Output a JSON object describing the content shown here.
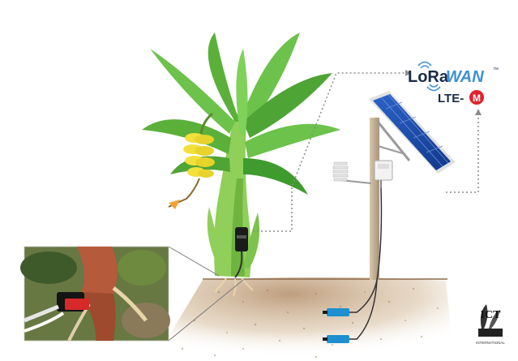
{
  "logos": {
    "lorawan_part1": "LoRa",
    "lorawan_part2": "WAN",
    "trademark": "™",
    "lte_prefix": "LTE-",
    "lte_badge": "M",
    "ict_letters": "ICT",
    "ict_sub": "INTERNATIONAL"
  },
  "colors": {
    "lora_dark": "#1a2b48",
    "lora_accent": "#3d8fd6",
    "lte_red": "#e0222d",
    "leaf_green": "#6cc24a",
    "leaf_dark": "#3f9b2e",
    "banana_yellow": "#f2e03b",
    "soil": "#c9a77f",
    "pole": "#c6b49a",
    "solar_panel": "#1f4fa8",
    "sensor_blue": "#1e8fd0"
  },
  "icons": [
    "lorawan-wifi-icon",
    "solar-panel-icon",
    "temperature-shield-icon",
    "soil-moisture-sensor-icon",
    "sap-flow-sensor-icon"
  ]
}
